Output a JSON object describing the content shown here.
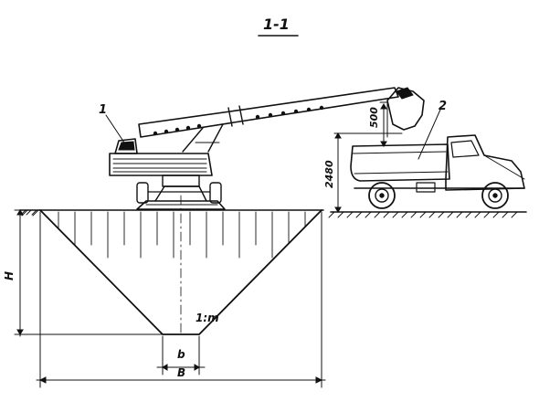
{
  "section_title": "1-1",
  "callouts": {
    "excavator": "1",
    "truck": "2"
  },
  "dimensions": {
    "bucket_clearance": "500",
    "truck_height": "2480",
    "trench_depth": "H",
    "bottom_width": "b",
    "top_width": "B",
    "slope": "1:m"
  }
}
